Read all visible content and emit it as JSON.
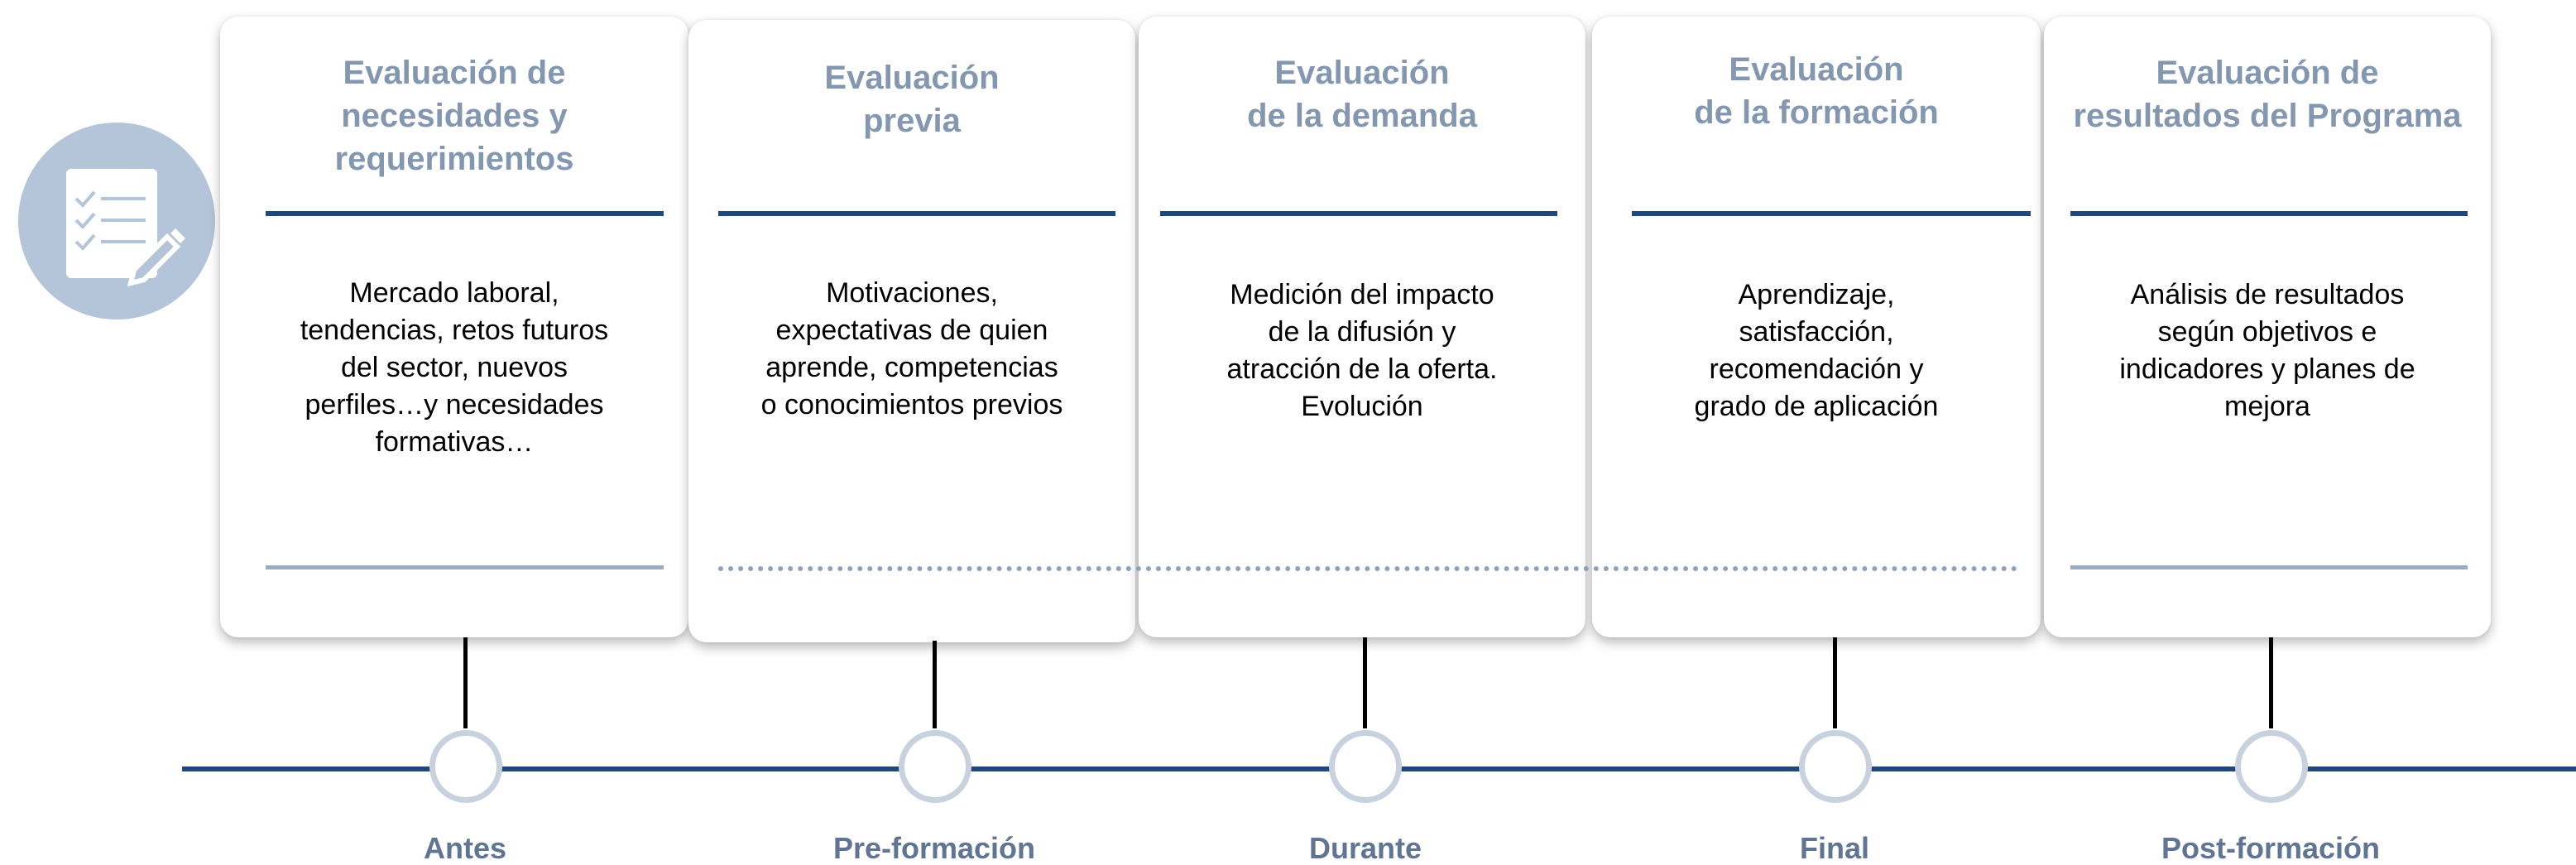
{
  "cards": [
    {
      "title": "Evaluación de\nnecesidades y\nrequerimientos",
      "body": "Mercado laboral,\ntendencias, retos futuros\ndel sector, nuevos\nperfiles…y necesidades\nformativas…"
    },
    {
      "title": "Evaluación\nprevia",
      "body": "Motivaciones,\nexpectativas de quien\naprende, competencias\no conocimientos previos"
    },
    {
      "title": "Evaluación\nde la demanda",
      "body": "Medición del impacto\nde la difusión y\natracción de la oferta.\nEvolución"
    },
    {
      "title": "Evaluación\nde la formación",
      "body": "Aprendizaje,\nsatisfacción,\nrecomendación  y\ngrado de aplicación"
    },
    {
      "title": "Evaluación  de\nresultados del Programa",
      "body": "Análisis de resultados\nsegún objetivos e\nindicadores y planes de\nmejora"
    }
  ],
  "stages": [
    "Antes",
    "Pre-formación",
    "Durante",
    "Final",
    "Post-formación"
  ],
  "icon": "checklist-icon",
  "colors": {
    "accent": "#1f497d",
    "title": "#8497b0",
    "badge": "#b4c4d9",
    "stage_label": "#5f7593"
  }
}
